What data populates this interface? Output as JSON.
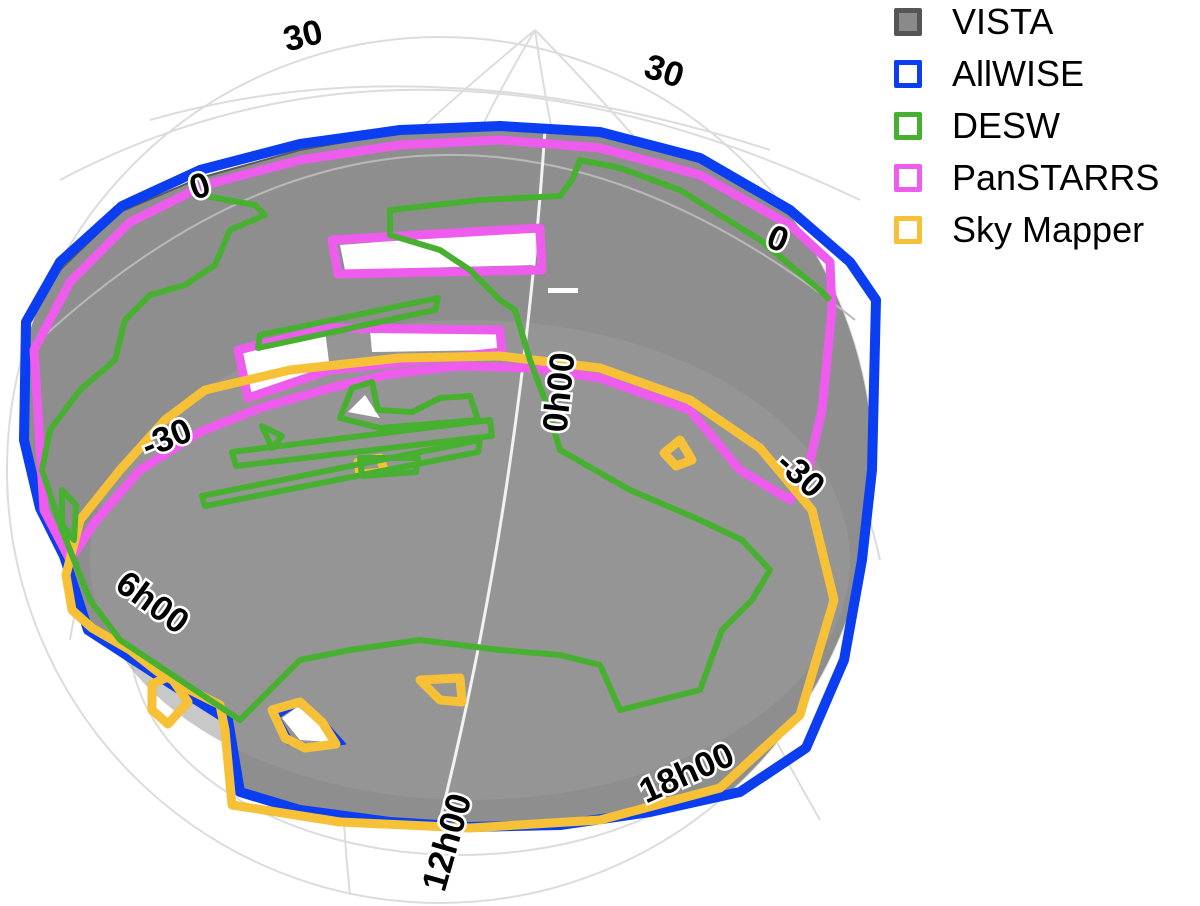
{
  "colors": {
    "vista_fill": "#8c8c8c",
    "vista_edge": "#555555",
    "allwise": "#0a3ef0",
    "desw": "#48b030",
    "panstarrs": "#ee5cee",
    "skymapper": "#f6c136",
    "grid": "#d8d8d8",
    "meridian": "#ffffff"
  },
  "legend": [
    {
      "label": "VISTA",
      "color": "#555555",
      "icon": "filled-square-icon"
    },
    {
      "label": "AllWISE",
      "color": "#0a3ef0",
      "icon": "outline-square-icon"
    },
    {
      "label": "DESW",
      "color": "#48b030",
      "icon": "outline-square-icon"
    },
    {
      "label": "PanSTARRS",
      "color": "#ee5cee",
      "icon": "outline-square-icon"
    },
    {
      "label": "Sky Mapper",
      "color": "#f6c136",
      "icon": "outline-square-icon"
    }
  ],
  "labels": {
    "dec_30_left": "30",
    "dec_30_right": "30",
    "dec_0_left": "0",
    "dec_0_right": "0",
    "dec_m30_left": "-30",
    "dec_m30_right": "-30",
    "ra_0h": "0h00",
    "ra_6h": "6h00",
    "ra_12h": "12h00",
    "ra_18h": "18h00"
  }
}
